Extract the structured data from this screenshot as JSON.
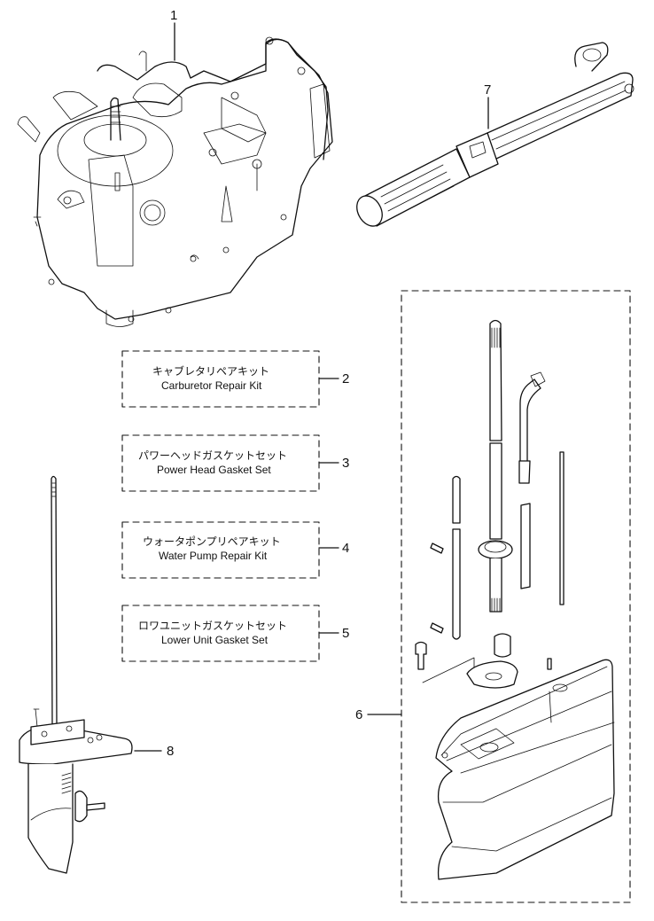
{
  "diagram": {
    "title": "Outboard motor parts illustration",
    "callouts": [
      {
        "id": "1",
        "label": "1",
        "part": "power-head"
      },
      {
        "id": "2",
        "label": "2",
        "part": "carburetor-repair-kit"
      },
      {
        "id": "3",
        "label": "3",
        "part": "power-head-gasket-set"
      },
      {
        "id": "4",
        "label": "4",
        "part": "water-pump-repair-kit"
      },
      {
        "id": "5",
        "label": "5",
        "part": "lower-unit-gasket-set"
      },
      {
        "id": "6",
        "label": "6",
        "part": "drive-shaft-housing-set"
      },
      {
        "id": "7",
        "label": "7",
        "part": "tiller-handle"
      },
      {
        "id": "8",
        "label": "8",
        "part": "lower-unit"
      }
    ],
    "kits": [
      {
        "callout": "2",
        "jp": "キャブレタリペアキット",
        "en": "Carburetor Repair Kit"
      },
      {
        "callout": "3",
        "jp": "パワーヘッドガスケットセット",
        "en": "Power Head Gasket Set"
      },
      {
        "callout": "4",
        "jp": "ウォータポンプリペアキット",
        "en": "Water Pump Repair Kit"
      },
      {
        "callout": "5",
        "jp": "ロワユニットガスケットセット",
        "en": "Lower Unit Gasket Set"
      }
    ]
  }
}
